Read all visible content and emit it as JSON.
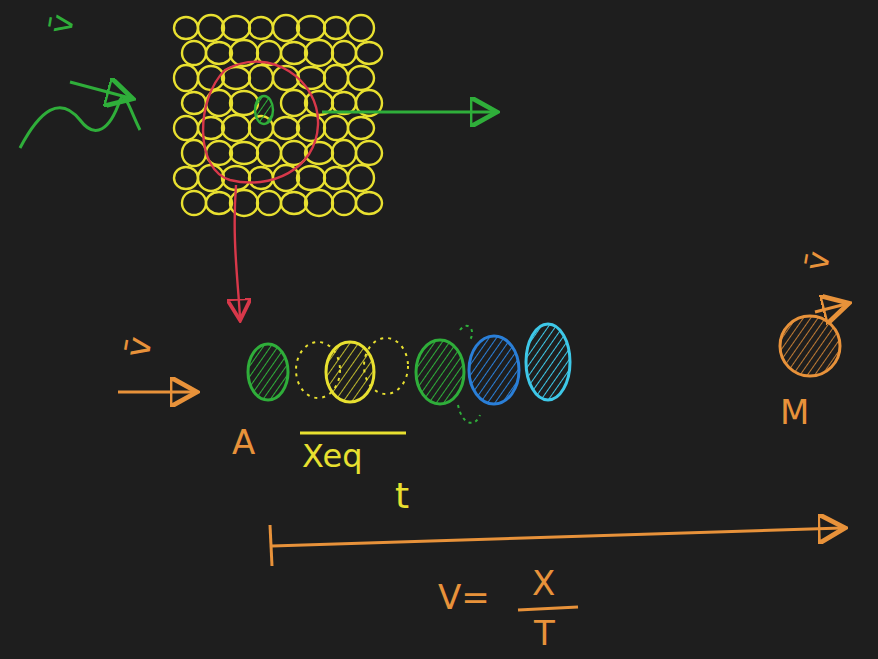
{
  "diagram": {
    "labels": [
      "v̄",
      "v̄",
      "A",
      "Xeq",
      "t",
      "M",
      "v̄",
      "V=",
      "X",
      "T"
    ]
  }
}
